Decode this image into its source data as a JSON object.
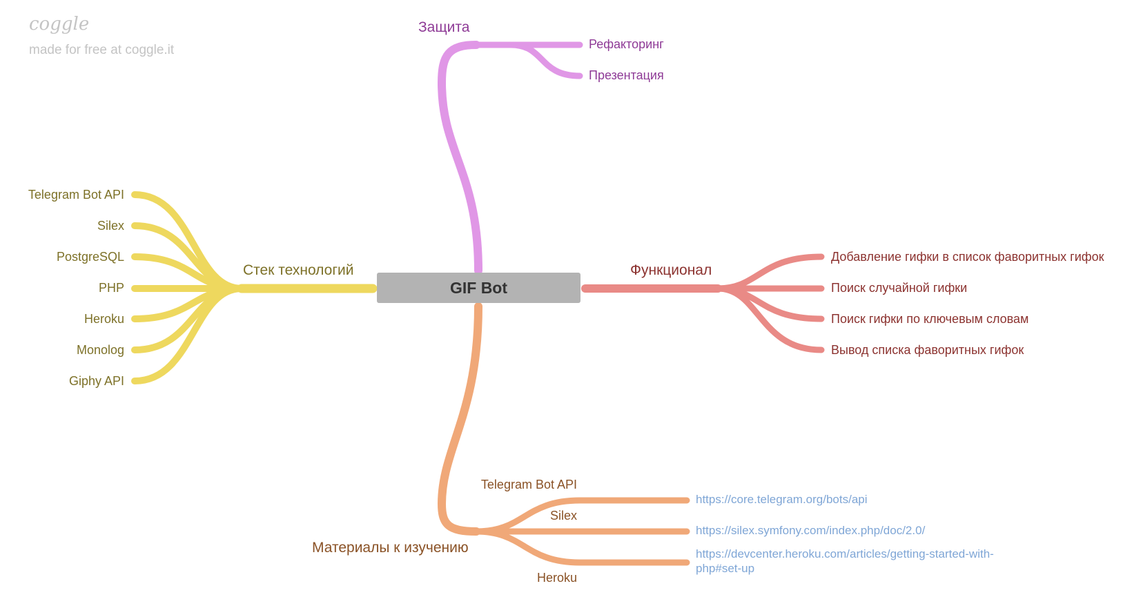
{
  "branding": {
    "logo": "coggle",
    "tagline": "made for free at coggle.it"
  },
  "center": {
    "label": "GIF Bot"
  },
  "colors": {
    "defense": "#e097e6",
    "stack": "#eed85e",
    "features": "#e98a86",
    "materials": "#f0a878",
    "link": "#7fa6d6"
  },
  "branches": {
    "defense": {
      "label": "Защита",
      "children": [
        "Рефакторинг",
        "Презентация"
      ]
    },
    "stack": {
      "label": "Стек технологий",
      "children": [
        "Telegram Bot API",
        "Silex",
        "PostgreSQL",
        "PHP",
        "Heroku",
        "Monolog",
        "Giphy API"
      ]
    },
    "features": {
      "label": "Функционал",
      "children": [
        "Добавление гифки в список фаворитных гифок",
        "Поиск случайной гифки",
        "Поиск гифки по ключевым словам",
        "Вывод списка фаворитных гифок"
      ]
    },
    "materials": {
      "label": "Материалы к изучению",
      "children": [
        {
          "label": "Telegram Bot API",
          "url": "https://core.telegram.org/bots/api"
        },
        {
          "label": "Silex",
          "url": "https://silex.symfony.com/index.php/doc/2.0/"
        },
        {
          "label": "Heroku",
          "url": "https://devcenter.heroku.com/articles/getting-started-with-php#set-up"
        }
      ]
    }
  }
}
